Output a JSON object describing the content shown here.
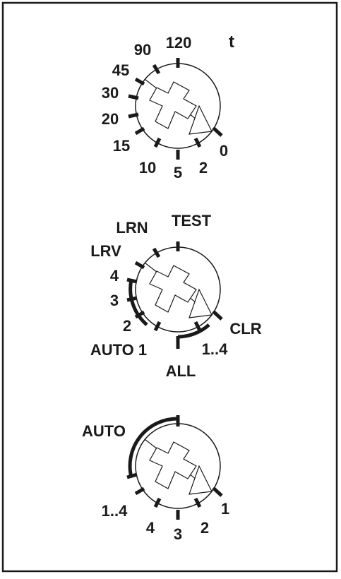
{
  "diagram": {
    "line_color": "#1a1a1a",
    "background": "#ffffff",
    "dials": [
      {
        "id": "time",
        "corner_label": "t",
        "pointer": "arrow-icon",
        "labels": [
          "120",
          "90",
          "45",
          "30",
          "20",
          "15",
          "10",
          "5",
          "2",
          "0"
        ]
      },
      {
        "id": "mode",
        "pointer": "arrow-icon",
        "labels": [
          "TEST",
          "LRN",
          "LRV",
          "4",
          "3",
          "2",
          "AUTO 1",
          "ALL",
          "1..4",
          "CLR"
        ]
      },
      {
        "id": "channel",
        "pointer": "arrow-icon",
        "labels": [
          "AUTO",
          "1..4",
          "4",
          "3",
          "2",
          "1"
        ]
      }
    ]
  }
}
